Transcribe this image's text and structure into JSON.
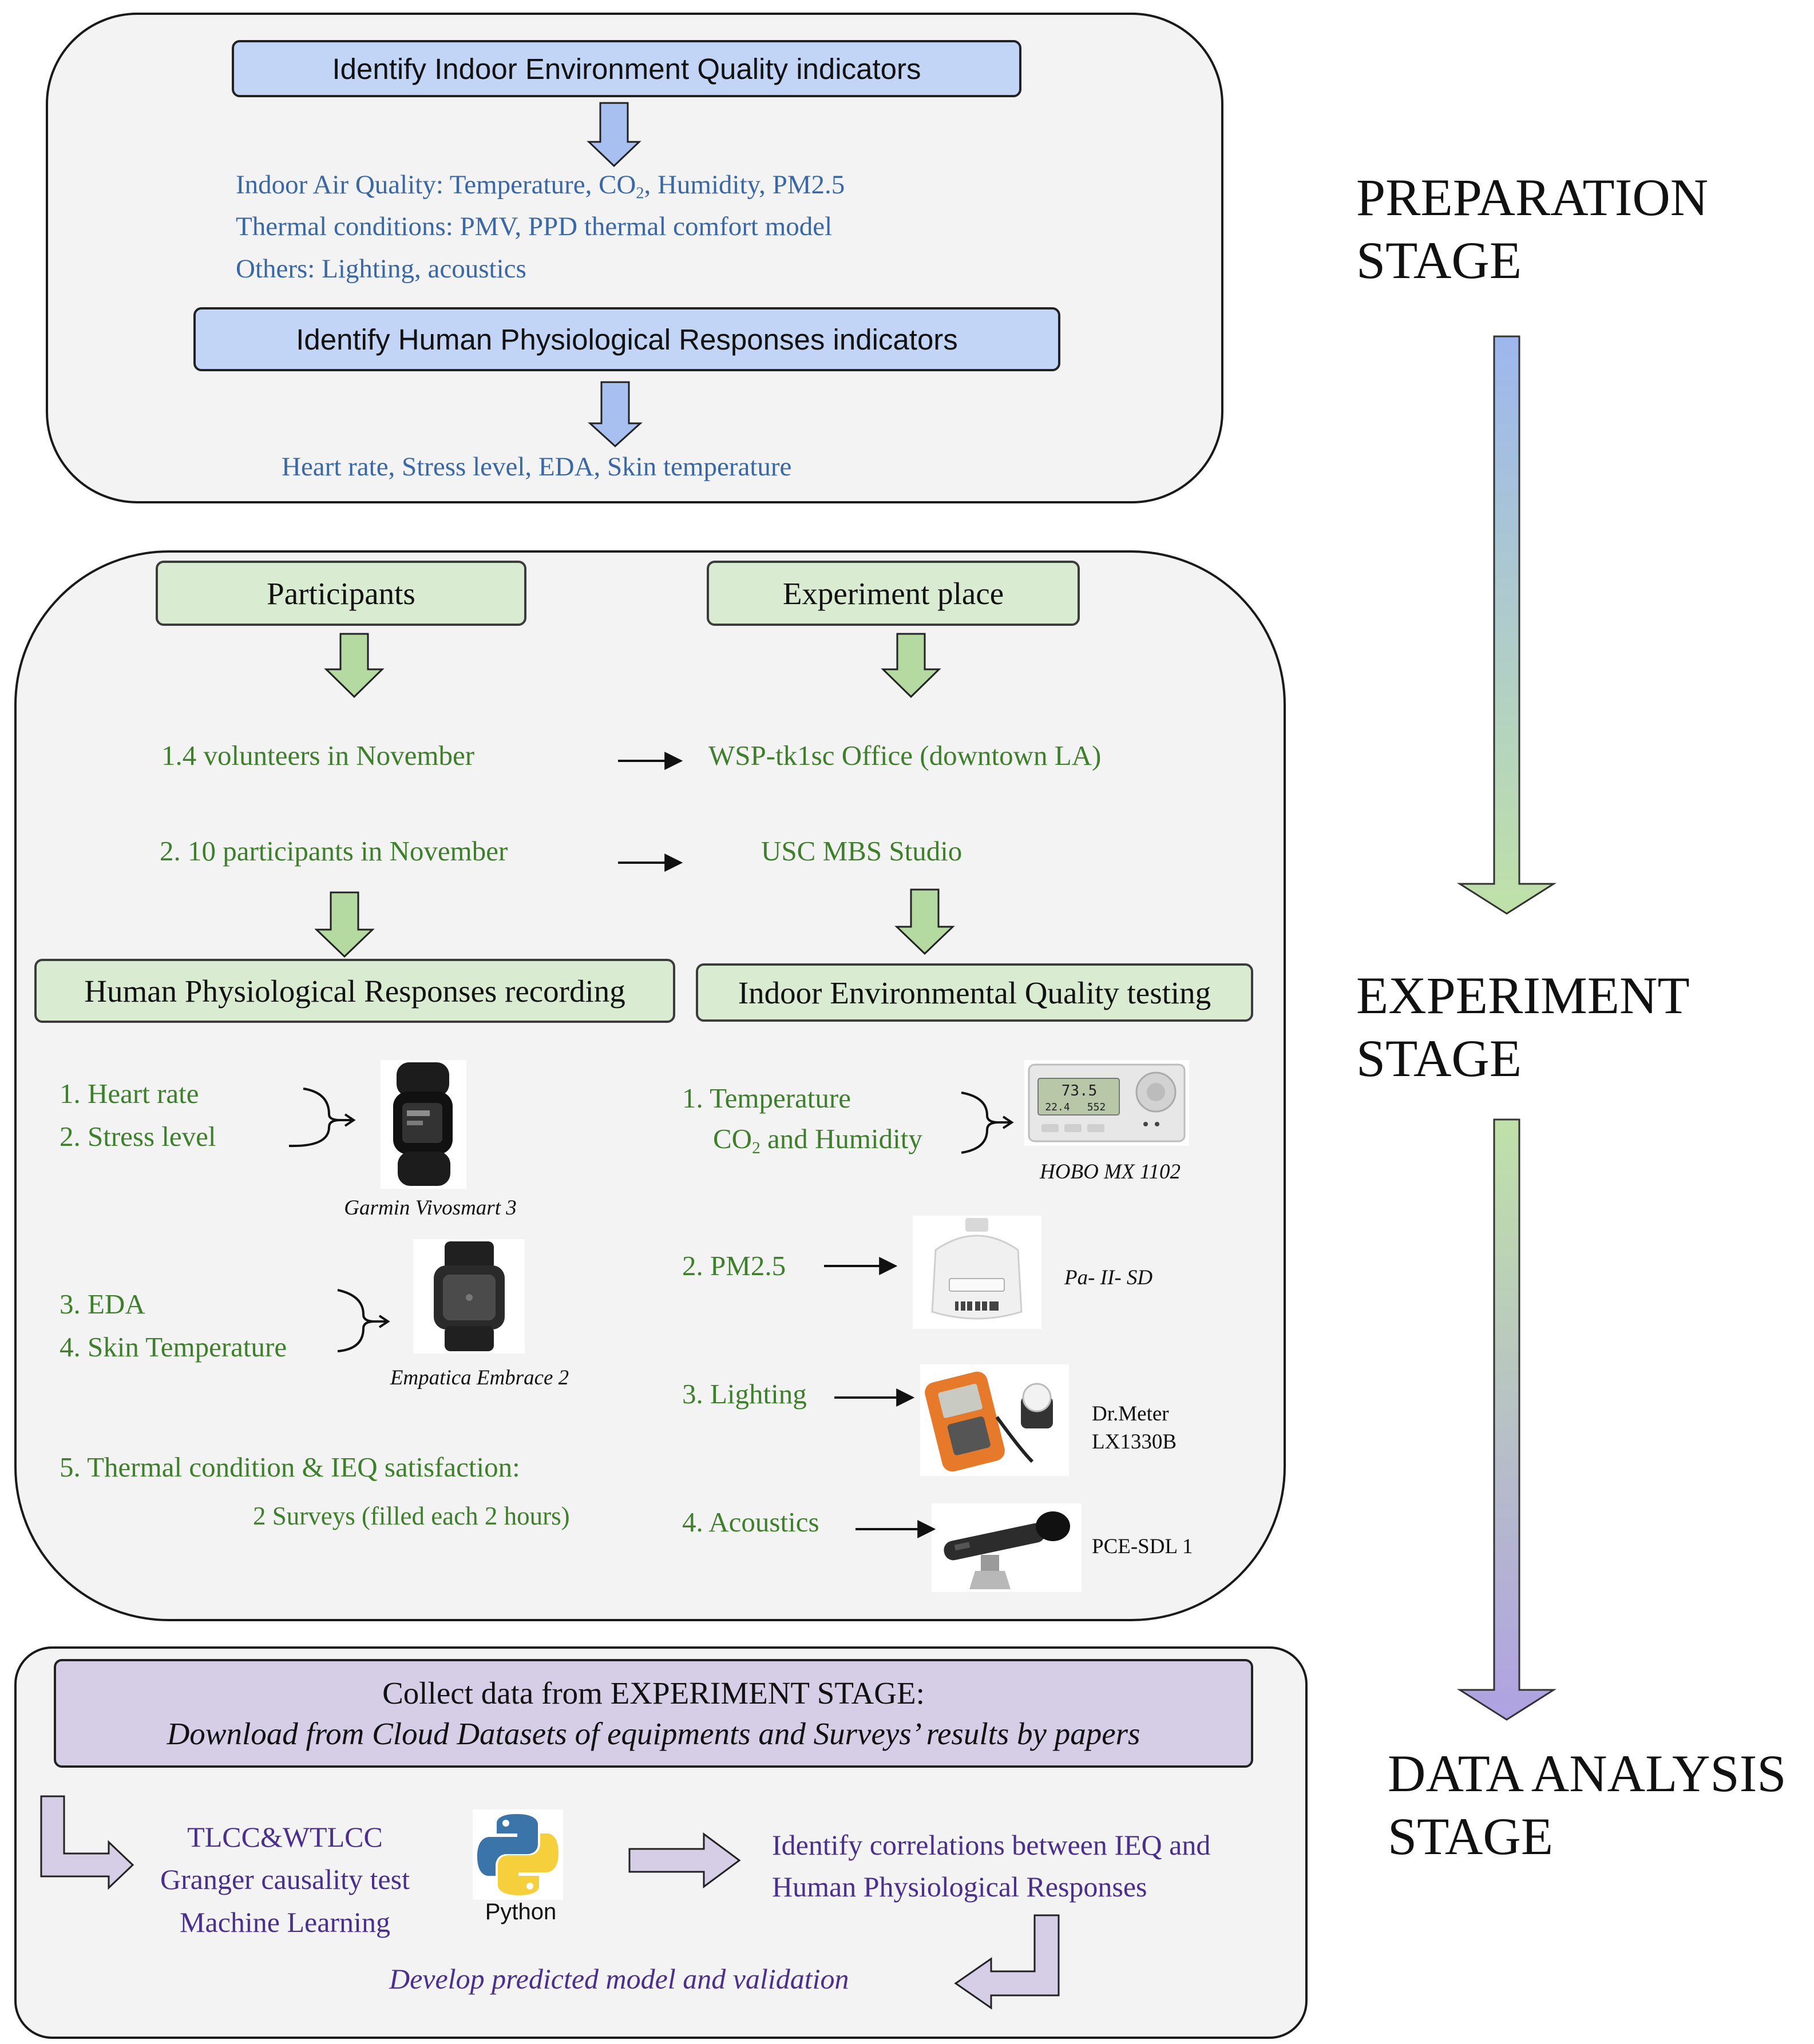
{
  "preparation": {
    "header_ieq": "Identify Indoor Environment Quality indicators",
    "iaq_prefix": "Indoor Air Quality: Temperature, CO",
    "iaq_sub": "2",
    "iaq_suffix": ", Humidity, PM2.5",
    "thermal": "Thermal conditions: PMV, PPD thermal comfort model",
    "others": "Others: Lighting, acoustics",
    "header_hpr": "Identify Human Physiological Responses indicators",
    "hpr_indicators": "Heart rate, Stress level, EDA, Skin temperature"
  },
  "experiment": {
    "participants": "Participants",
    "place": "Experiment place",
    "group1": "1.4 volunteers in November",
    "place1": "WSP-tk1sc Office (downtown LA)",
    "group2": "2. 10 participants in November",
    "place2": "USC MBS Studio",
    "hpr_recording": "Human Physiological Responses recording",
    "ieq_testing": "Indoor Environmental Quality testing",
    "hr": "1. Heart rate",
    "stress": "2. Stress level",
    "garmin": "Garmin Vivosmart 3",
    "eda": "3. EDA",
    "skin": "4. Skin Temperature",
    "empatica": "Empatica Embrace 2",
    "thermal_sat": "5. Thermal condition & IEQ satisfaction:",
    "surveys": "2 Surveys (filled each 2 hours)",
    "temp": "1. Temperature",
    "co2_prefix": "CO",
    "co2_sub": "2",
    "co2_suffix": " and Humidity",
    "hobo": "HOBO MX 1102",
    "hobo_reading1": "73.5",
    "hobo_reading2": "22.4",
    "hobo_reading3": "552",
    "pm": "2. PM2.5",
    "pa": "Pa- II- SD",
    "lighting": "3. Lighting",
    "drmeter1": "Dr.Meter",
    "drmeter2": "LX1330B",
    "acoustics": "4. Acoustics",
    "pce": "PCE-SDL 1"
  },
  "analysis": {
    "collect1": "Collect data from EXPERIMENT STAGE:",
    "collect2": "Download from Cloud Datasets of equipments and Surveys’ results by papers",
    "method1": "TLCC&WTLCC",
    "method2": "Granger causality test",
    "method3": "Machine Learning",
    "python": "Python",
    "correlation1": "Identify correlations between IEQ and",
    "correlation2": "Human Physiological Responses",
    "develop": "Develop predicted model and validation"
  },
  "stages": {
    "preparation": "PREPARATION STAGE",
    "experiment": "EXPERIMENT STAGE",
    "analysis": "DATA ANALYSIS STAGE"
  },
  "colors": {
    "blue_box": "#c3d5f6",
    "green_box": "#d9ecd1",
    "purple_box": "#d6cde6",
    "blue_text": "#3a67a6",
    "green_text": "#3d7f2a",
    "purple_text": "#4a2f8c",
    "panel_fill": "#f3f3f3"
  }
}
